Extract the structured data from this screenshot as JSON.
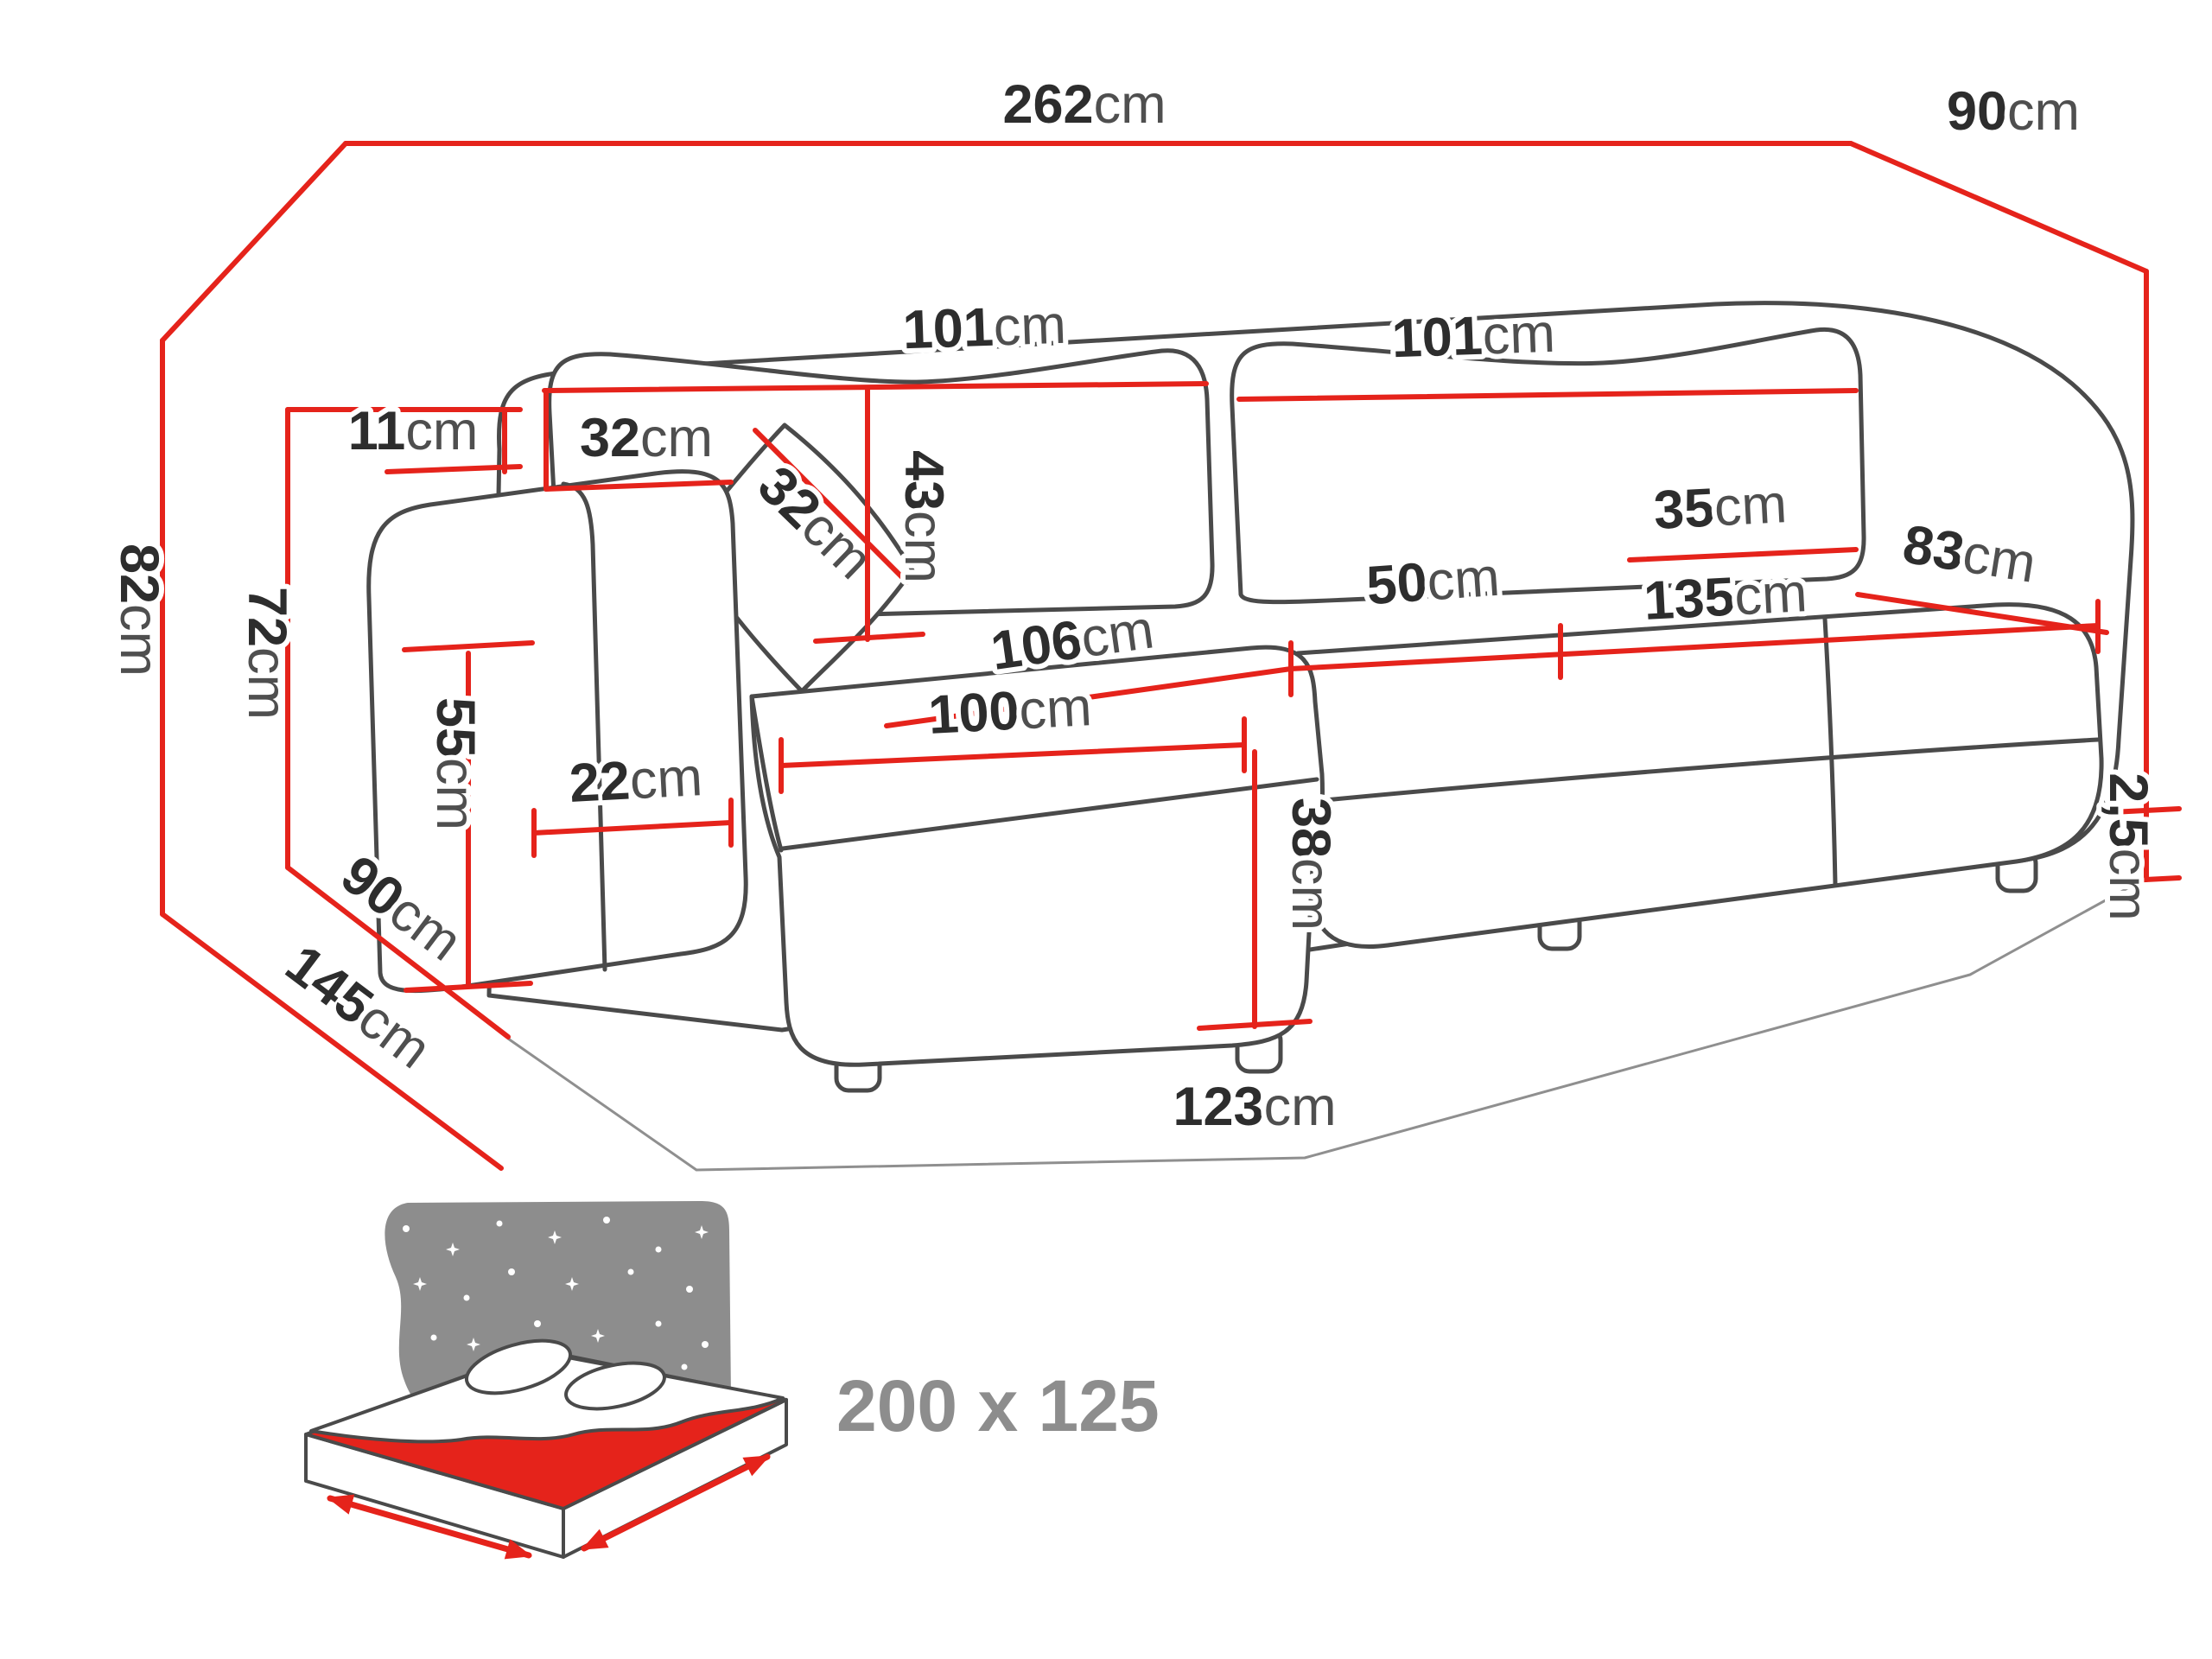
{
  "colors": {
    "dimension_line": "#e5231b",
    "sofa_outline": "#4a4a4a",
    "value_text": "#2d2d2d",
    "unit_text": "#4f4f4f",
    "pictogram_gray": "#8d8d8d",
    "bed_top_red": "#e5231b"
  },
  "dimensions": {
    "total_width": {
      "value": "262",
      "unit": "cm"
    },
    "total_depth_right": {
      "value": "90",
      "unit": "cm"
    },
    "total_height": {
      "value": "82",
      "unit": "cm"
    },
    "backrest_height": {
      "value": "72",
      "unit": "cm"
    },
    "armrest_backrest_gap": {
      "value": "11",
      "unit": "cm"
    },
    "back_cushion_thickness": {
      "value": "32",
      "unit": "cm"
    },
    "accent_pillow_size": {
      "value": "32",
      "unit": "cm"
    },
    "back_cushion_height": {
      "value": "43",
      "unit": "cm"
    },
    "back_cushion_width_left": {
      "value": "101",
      "unit": "cm"
    },
    "back_cushion_width_right": {
      "value": "101",
      "unit": "cm"
    },
    "backrest_top_depth": {
      "value": "35",
      "unit": "cm"
    },
    "right_arm_width": {
      "value": "83",
      "unit": "cm"
    },
    "seat_depth": {
      "value": "50",
      "unit": "cm"
    },
    "seat_width": {
      "value": "135",
      "unit": "cm"
    },
    "chaise_diagonal": {
      "value": "106",
      "unit": "cm"
    },
    "chaise_width": {
      "value": "100",
      "unit": "cm"
    },
    "armrest_height": {
      "value": "55",
      "unit": "cm"
    },
    "armrest_width": {
      "value": "22",
      "unit": "cm"
    },
    "depth_left": {
      "value": "90",
      "unit": "cm"
    },
    "chaise_total_depth": {
      "value": "145",
      "unit": "cm"
    },
    "seat_height": {
      "value": "38",
      "unit": "cm"
    },
    "chaise_length": {
      "value": "123",
      "unit": "cm"
    },
    "leg_height": {
      "value": "2,5",
      "unit": "cm"
    }
  },
  "sleeping_area": {
    "size_label": "200 x 125"
  }
}
